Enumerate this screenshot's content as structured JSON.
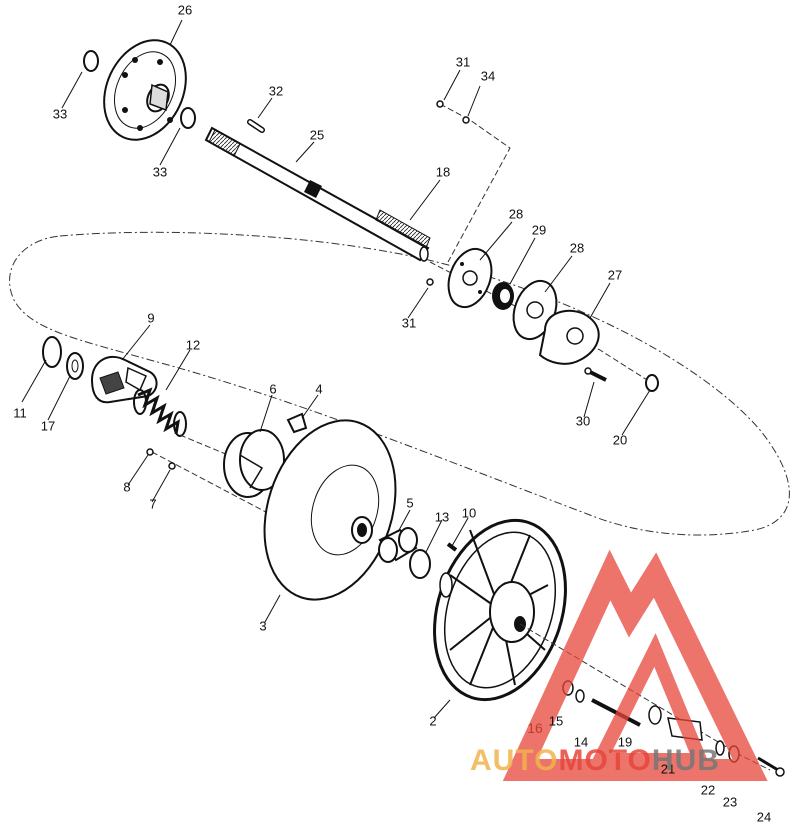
{
  "part_numbers": [
    "26",
    "33",
    "33",
    "32",
    "31",
    "34",
    "25",
    "18",
    "28",
    "29",
    "28",
    "27",
    "31",
    "9",
    "12",
    "11",
    "17",
    "6",
    "4",
    "8",
    "7",
    "30",
    "20",
    "5",
    "13",
    "10",
    "3",
    "2",
    "15",
    "16",
    "14",
    "19",
    "21",
    "22",
    "23",
    "24"
  ],
  "watermark": {
    "text_auto": "AUTO",
    "text_moto": "MOTO",
    "text_hub": "HUB",
    "color_red": "#e6463a",
    "color_orange": "#f3b34c",
    "color_grey": "#777777"
  }
}
